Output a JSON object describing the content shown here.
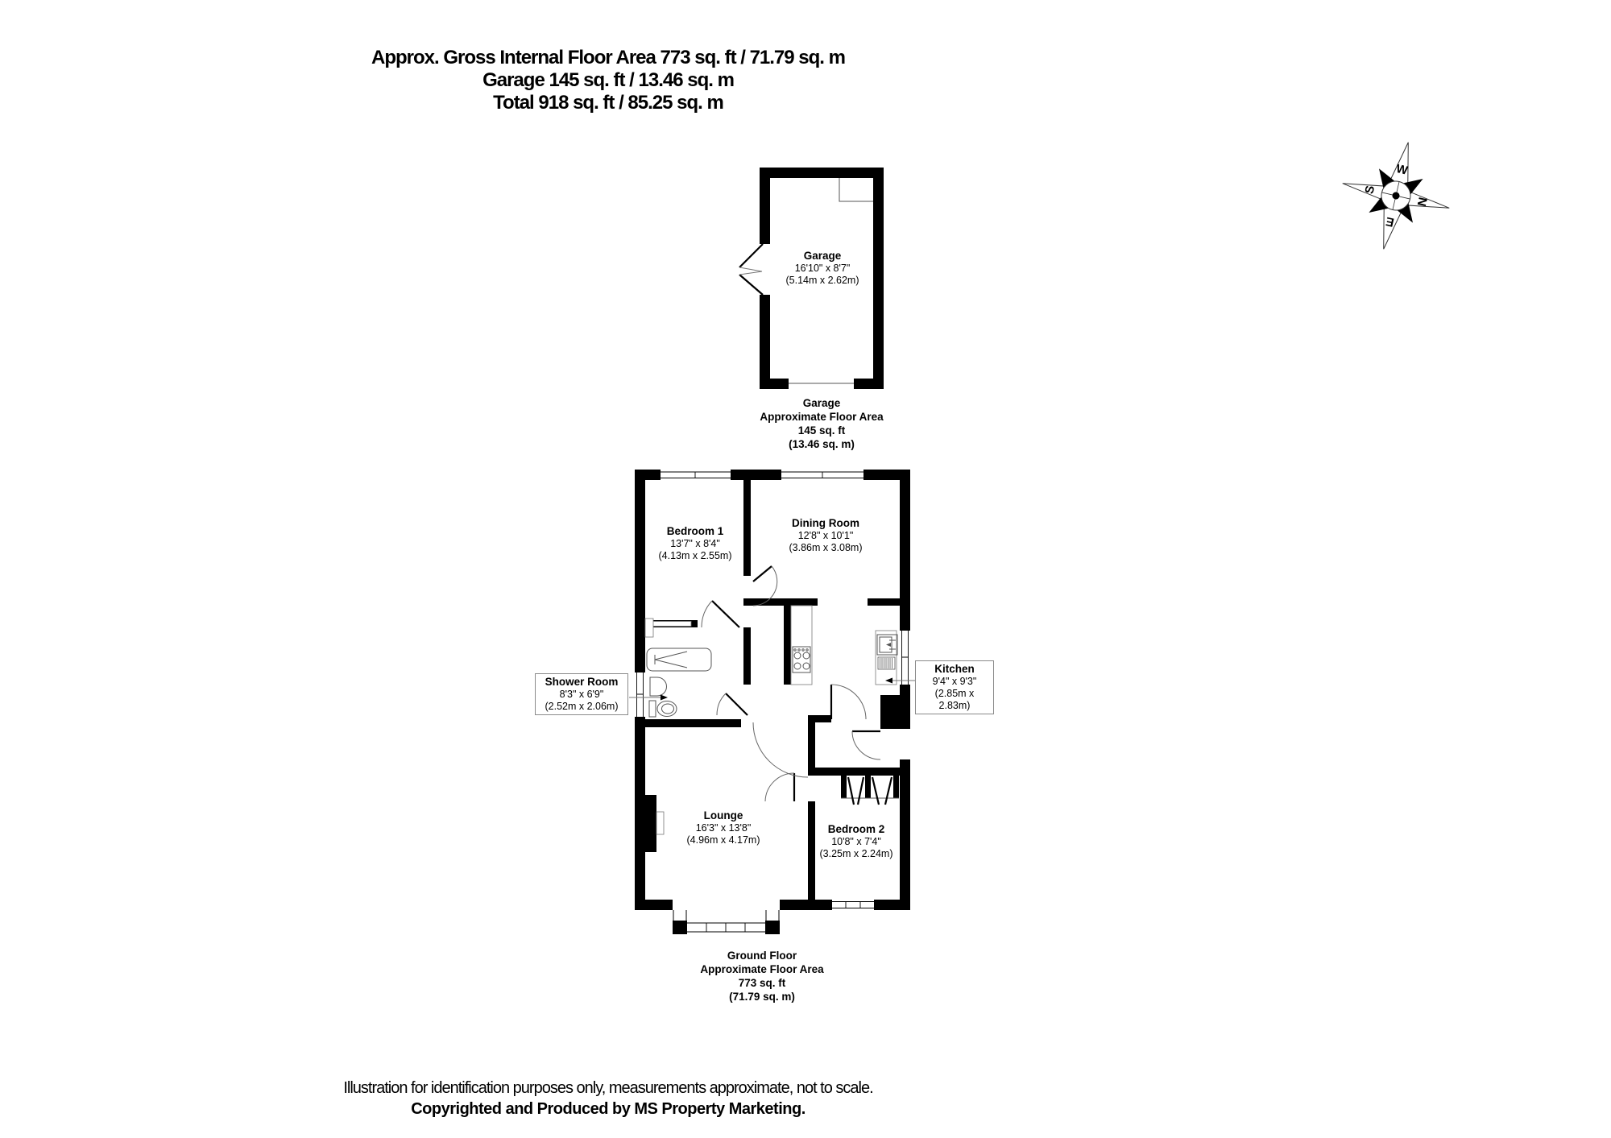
{
  "header": {
    "title_lines": [
      "Approx. Gross Internal Floor Area 773 sq. ft / 71.79 sq. m",
      "Garage 145 sq. ft / 13.46 sq. m",
      "Total 918 sq. ft / 85.25 sq. m"
    ]
  },
  "compass": {
    "n": "N",
    "e": "E",
    "s": "S",
    "w": "W"
  },
  "garage": {
    "room": {
      "name": "Garage",
      "imperial": "16'10\" x 8'7\"",
      "metric": "(5.14m x 2.62m)"
    },
    "caption": [
      "Garage",
      "Approximate Floor Area",
      "145 sq. ft",
      "(13.46 sq. m)"
    ]
  },
  "ground_floor": {
    "rooms": {
      "bedroom1": {
        "name": "Bedroom 1",
        "imperial": "13'7\" x 8'4\"",
        "metric": "(4.13m x 2.55m)"
      },
      "dining_room": {
        "name": "Dining Room",
        "imperial": "12'8\" x 10'1\"",
        "metric": "(3.86m x 3.08m)"
      },
      "kitchen": {
        "name": "Kitchen",
        "imperial": "9'4\" x 9'3\"",
        "metric": "(2.85m x 2.83m)"
      },
      "shower_room": {
        "name": "Shower Room",
        "imperial": "8'3\" x 6'9\"",
        "metric": "(2.52m x 2.06m)"
      },
      "lounge": {
        "name": "Lounge",
        "imperial": "16'3\" x 13'8\"",
        "metric": "(4.96m x 4.17m)"
      },
      "bedroom2": {
        "name": "Bedroom 2",
        "imperial": "10'8\" x 7'4\"",
        "metric": "(3.25m x 2.24m)"
      }
    },
    "caption": [
      "Ground Floor",
      "Approximate Floor Area",
      "773 sq. ft",
      "(71.79 sq. m)"
    ]
  },
  "footer": {
    "line1": "Illustration for identification purposes only, measurements approximate, not to scale.",
    "line2": "Copyrighted  and Produced by MS Property Marketing."
  },
  "colors": {
    "wall": "#000000",
    "thin_line": "#555555",
    "label_border": "#8a8a8a"
  }
}
